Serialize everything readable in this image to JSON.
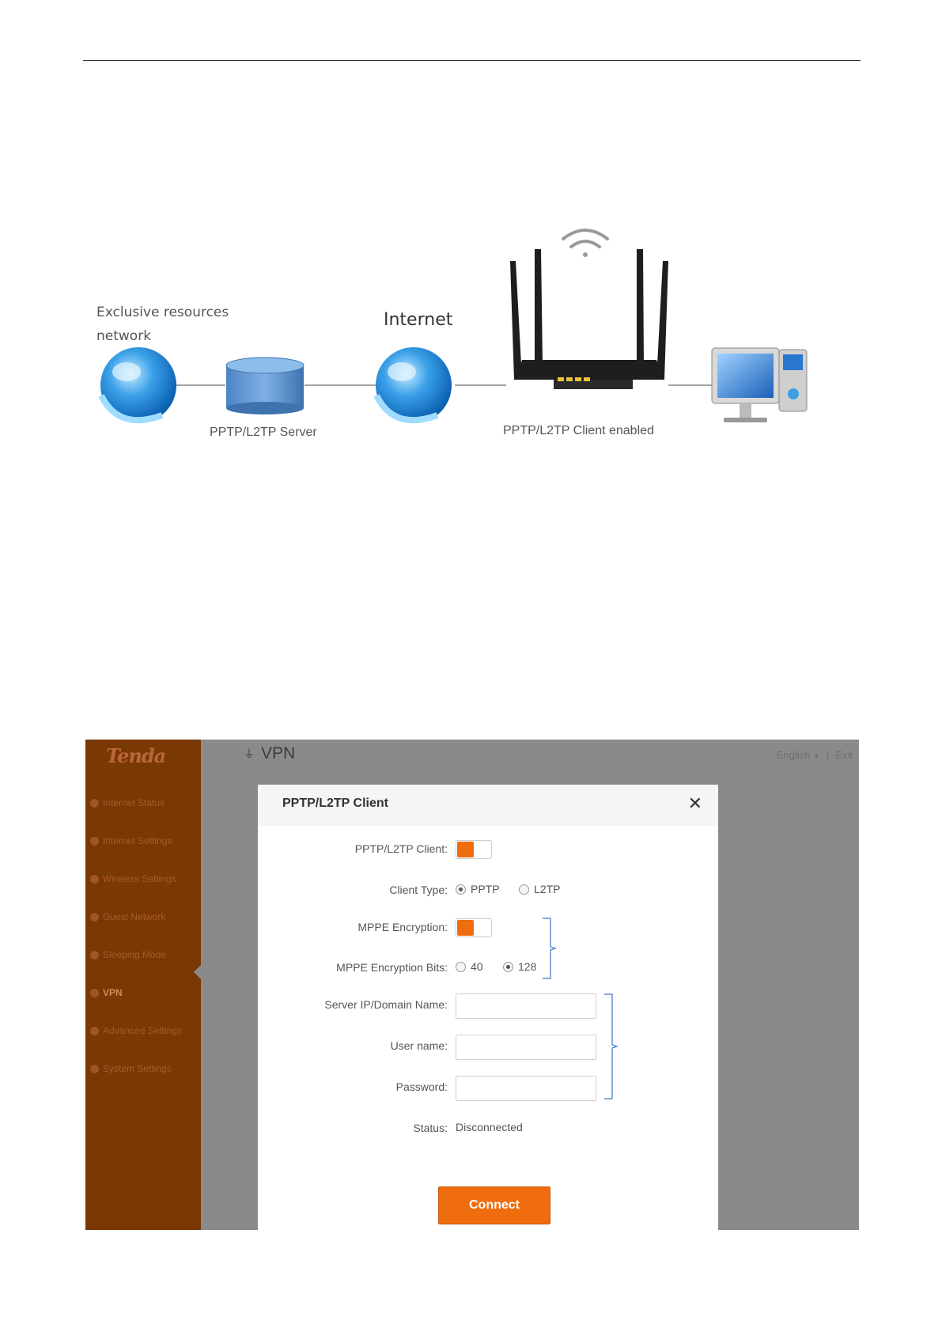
{
  "diagram": {
    "exclusive_line1": "Exclusive resources",
    "exclusive_line2": "network",
    "internet_label": "Internet",
    "server_label": "PPTP/L2TP Server",
    "client_label": "PPTP/L2TP Client enabled"
  },
  "app": {
    "logo": "Tenda",
    "page_title": "VPN",
    "language": "English",
    "separator": "|",
    "exit": "Exit",
    "accent_color": "#f06d0f",
    "sidebar_color": "#7a3804"
  },
  "sidebar": {
    "items": [
      {
        "label": "Internet Status",
        "icon": "status-icon"
      },
      {
        "label": "Internet Settings",
        "icon": "globe-icon"
      },
      {
        "label": "Wireless Settings",
        "icon": "wifi-icon"
      },
      {
        "label": "Guest Network",
        "icon": "guest-icon"
      },
      {
        "label": "Sleeping Mode",
        "icon": "sleep-icon"
      },
      {
        "label": "VPN",
        "icon": "vpn-icon",
        "active": true
      },
      {
        "label": "Advanced Settings",
        "icon": "tools-icon"
      },
      {
        "label": "System Settings",
        "icon": "system-icon"
      }
    ]
  },
  "dialog": {
    "title": "PPTP/L2TP Client",
    "close": "✕",
    "client_label": "PPTP/L2TP Client",
    "client_enabled": true,
    "client_type_label": "Client Type",
    "client_type_options": [
      "PPTP",
      "L2TP"
    ],
    "client_type_selected": "PPTP",
    "mppe_label": "MPPE Encryption",
    "mppe_enabled": true,
    "mppe_bits_label": "MPPE Encryption Bits",
    "mppe_bits_options": [
      "40",
      "128"
    ],
    "mppe_bits_selected": "128",
    "server_label": "Server IP/Domain Name",
    "server_value": "",
    "username_label": "User name",
    "username_value": "",
    "password_label": "Password",
    "password_value": "",
    "status_label": "Status",
    "status_value": "Disconnected",
    "connect_label": "Connect"
  }
}
